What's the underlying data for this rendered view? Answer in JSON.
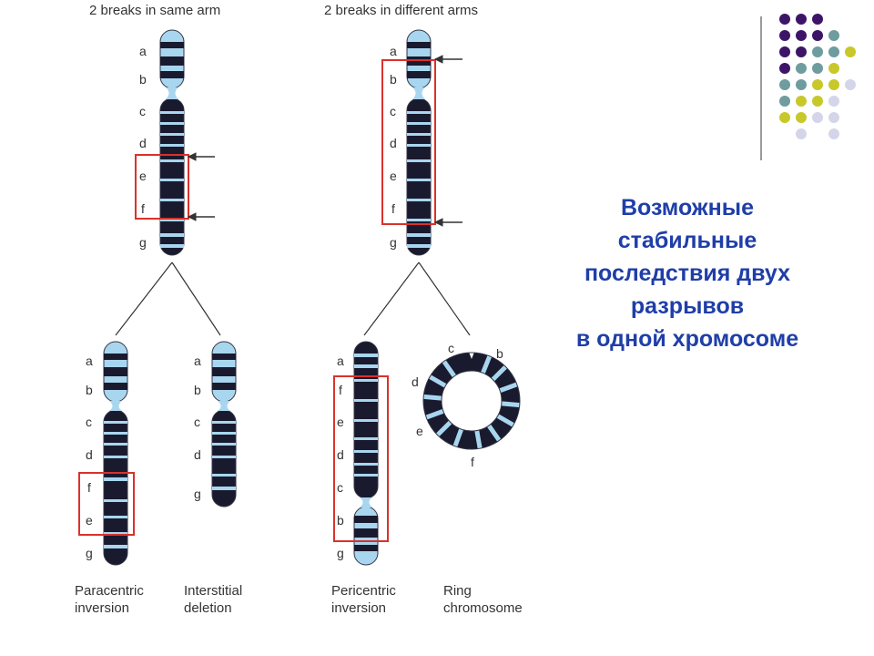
{
  "headers": {
    "same_arm": "2 breaks in same arm",
    "diff_arms": "2 breaks in different arms"
  },
  "title_lines": [
    "Возможные",
    "стабильные",
    "последствия двух",
    "разрывов",
    "в одной хромосоме"
  ],
  "letters": {
    "top_left": [
      "a",
      "b",
      "c",
      "d",
      "e",
      "f",
      "g"
    ],
    "top_right": [
      "a",
      "b",
      "c",
      "d",
      "e",
      "f",
      "g"
    ],
    "paracentric": [
      "a",
      "b",
      "c",
      "d",
      "f",
      "e",
      "g"
    ],
    "deletion": [
      "a",
      "b",
      "c",
      "d",
      "g"
    ],
    "pericentric": [
      "a",
      "f",
      "e",
      "d",
      "c",
      "b",
      "g"
    ],
    "ring": [
      "c",
      "b",
      "d",
      "e",
      "f"
    ]
  },
  "captions": {
    "paracentric": [
      "Paracentric",
      "inversion"
    ],
    "deletion": [
      "Interstitial",
      "deletion"
    ],
    "pericentric": [
      "Pericentric",
      "inversion"
    ],
    "ring": [
      "Ring",
      "chromosome"
    ]
  },
  "colors": {
    "title": "#1f3ea8",
    "dark_band": "#1a1a2e",
    "light_band": "#a9d6ef",
    "box": "#d9322b",
    "dot_purple": "#3d1566",
    "dot_teal": "#6f9c9e",
    "dot_olive": "#c8c82a",
    "dot_lavender": "#d5d5ea"
  }
}
